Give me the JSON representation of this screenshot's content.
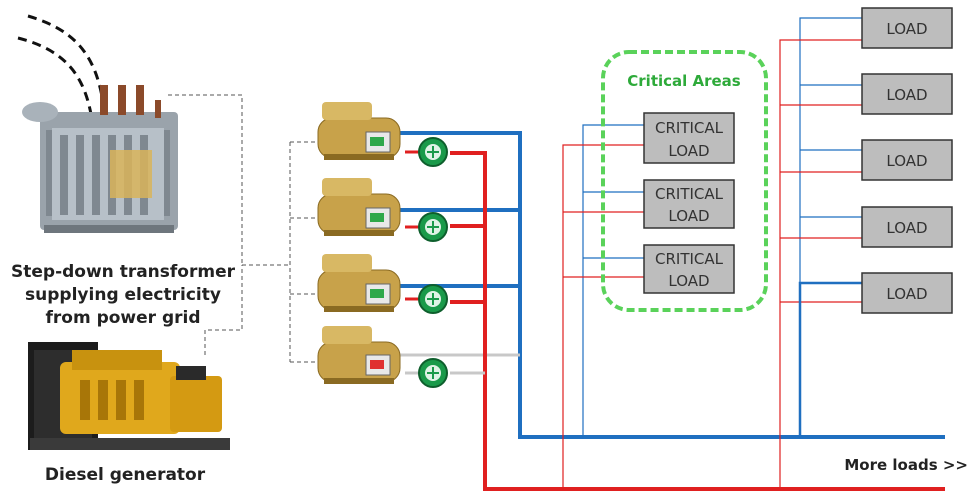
{
  "source": {
    "transformer_label": [
      "Step-down transformer",
      "supplying electricity",
      "from power grid"
    ],
    "generator_label": "Diesel generator"
  },
  "critical_areas": {
    "title": "Critical Areas",
    "loads": [
      {
        "line1": "CRITICAL",
        "line2": "LOAD"
      },
      {
        "line1": "CRITICAL",
        "line2": "LOAD"
      },
      {
        "line1": "CRITICAL",
        "line2": "LOAD"
      }
    ]
  },
  "loads": [
    "LOAD",
    "LOAD",
    "LOAD",
    "LOAD",
    "LOAD"
  ],
  "more_loads": "More loads >>",
  "colors": {
    "blue_line": "#1f6fc0",
    "red_line": "#e02020",
    "critical_border": "#5ad25a",
    "critical_title": "#2eaa3a",
    "load_box_fill": "#bdbdbd",
    "pump": "#1a9a4a",
    "machine": "#c8a24a"
  }
}
